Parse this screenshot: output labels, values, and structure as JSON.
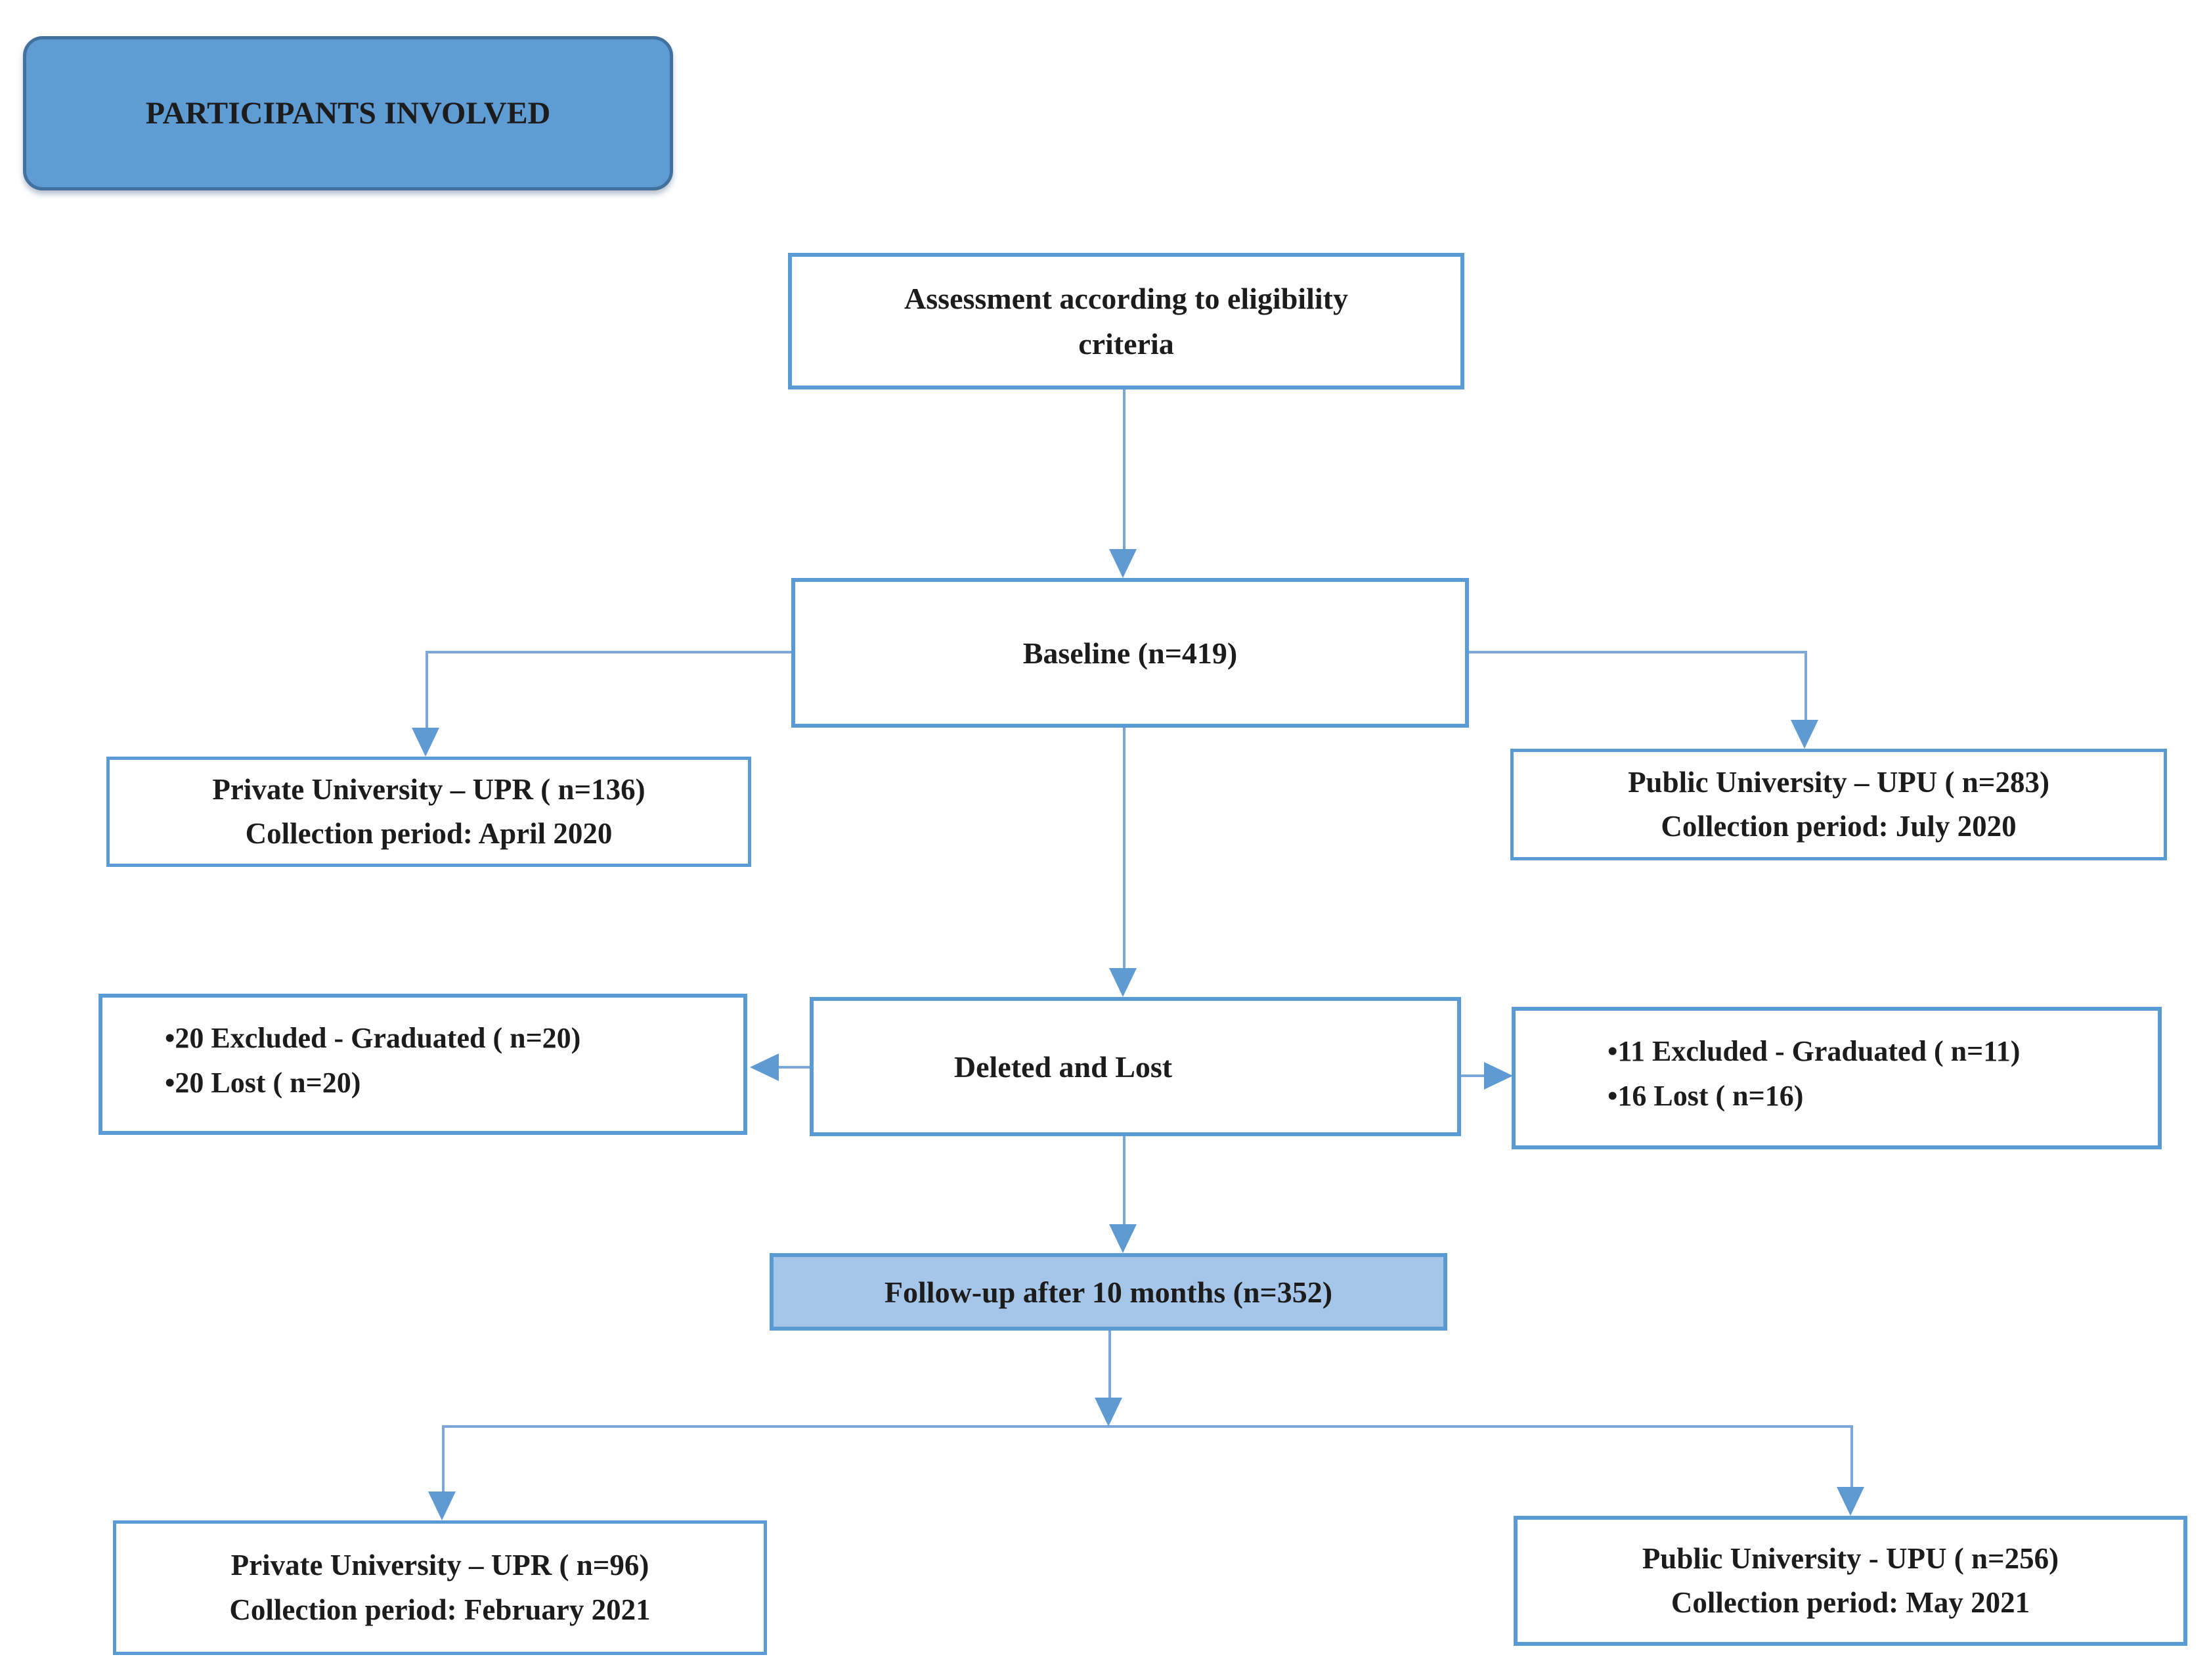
{
  "diagram": {
    "header": {
      "label": "PARTICIPANTS INVOLVED"
    },
    "nodes": {
      "assessment": {
        "lines": [
          "Assessment according to eligibility",
          "criteria"
        ]
      },
      "baseline": {
        "label": "Baseline (n=419)"
      },
      "private_baseline": {
        "lines": [
          "Private University – UPR ( n=136)",
          "Collection period: April 2020"
        ]
      },
      "public_baseline": {
        "lines": [
          "Public University – UPU ( n=283)",
          "Collection period: July 2020"
        ]
      },
      "deleted": {
        "label": "Deleted and Lost"
      },
      "excluded_private": {
        "items": [
          "•20 Excluded - Graduated ( n=20)",
          "•20 Lost ( n=20)"
        ]
      },
      "excluded_public": {
        "items": [
          "•11 Excluded - Graduated ( n=11)",
          "•16 Lost ( n=16)"
        ]
      },
      "followup": {
        "label": "Follow-up after 10 months (n=352)"
      },
      "private_followup": {
        "lines": [
          "Private University – UPR ( n=96)",
          "Collection period: February 2021"
        ]
      },
      "public_followup": {
        "lines": [
          "Public University - UPU ( n=256)",
          "Collection period: May 2021"
        ]
      }
    },
    "colors": {
      "box_border": "#5b9bd5",
      "line": "#7aa7d9",
      "arrow": "#5f9ad3",
      "header_fill": "#5f9cd3",
      "header_border": "#41719c",
      "followup_fill": "#a5c6e9",
      "ink": "#1c1c1c",
      "box_fill": "#ffffff"
    }
  }
}
